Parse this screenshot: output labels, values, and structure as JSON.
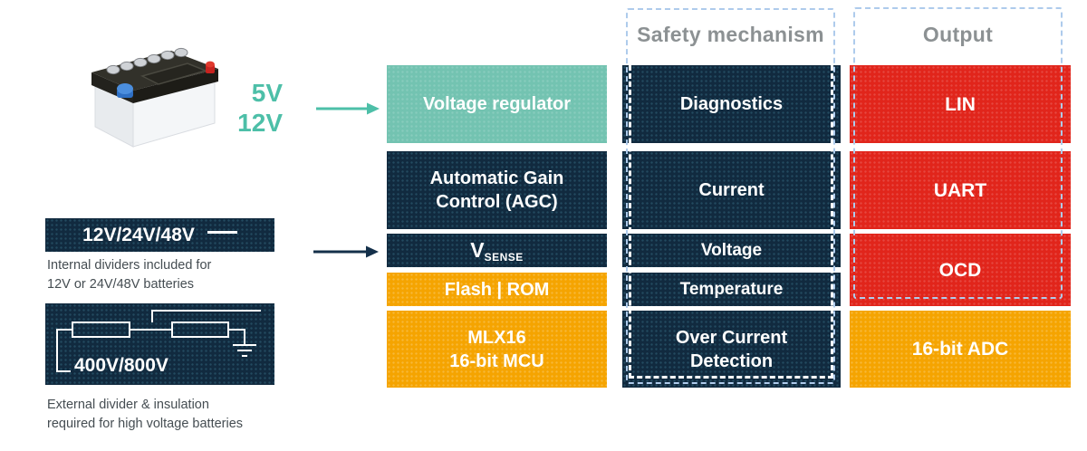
{
  "colors": {
    "navy": "#112a3f",
    "teal_block": "#73c3b1",
    "teal_accent": "#4dbfa8",
    "orange": "#f5a400",
    "red": "#e1251b",
    "dotted_border_blue": "#aecbec",
    "header_gray": "#8c9193"
  },
  "inputs": {
    "low_voltage": {
      "line1": "5V",
      "line2": "12V"
    },
    "divider_box": {
      "label": "12V/24V/48V"
    },
    "divider_caption": {
      "line1": "Internal dividers included for",
      "line2": "12V or 24V/48V batteries"
    },
    "hv_box": {
      "label": "400V/800V"
    },
    "hv_caption": {
      "line1": "External divider & insulation",
      "line2": "required for high voltage batteries"
    }
  },
  "chip": {
    "voltage_regulator": "Voltage regulator",
    "agc": {
      "line1": "Automatic Gain",
      "line2": "Control (AGC)"
    },
    "vsense": {
      "main": "V",
      "sub": "SENSE"
    },
    "flash_rom": "Flash | ROM",
    "mcu": {
      "line1": "MLX16",
      "line2": "16-bit MCU"
    }
  },
  "safety": {
    "header": "Safety mechanism",
    "diagnostics": "Diagnostics",
    "current": "Current",
    "voltage": "Voltage",
    "temperature": "Temperature",
    "ocd": {
      "line1": "Over Current",
      "line2": "Detection"
    }
  },
  "output": {
    "header": "Output",
    "lin": "LIN",
    "uart": "UART",
    "ocd": "OCD",
    "adc": "16-bit ADC"
  }
}
